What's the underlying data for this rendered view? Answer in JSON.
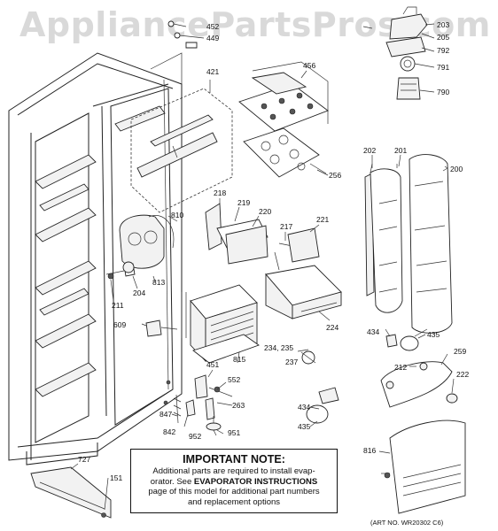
{
  "watermark": "AppliancePartsPros.com",
  "part_labels": [
    "203",
    "205",
    "792",
    "791",
    "790",
    "449",
    "452",
    "421",
    "456",
    "256",
    "202",
    "201",
    "200",
    "810",
    "813",
    "204",
    "211",
    "218",
    "219",
    "220",
    "217",
    "221",
    "224",
    "609",
    "815",
    "234, 235",
    "237",
    "434",
    "435",
    "212",
    "259",
    "222",
    "451",
    "552",
    "263",
    "847",
    "842",
    "952",
    "951",
    "434",
    "435",
    "816",
    "727",
    "151"
  ],
  "note": {
    "title": "IMPORTANT NOTE:",
    "line1": "Additional parts are required to install evap-",
    "line2_prefix": "orator.  See ",
    "line2_bold": "EVAPORATOR INSTRUCTIONS",
    "line3": "page of this model for additional part numbers",
    "line4": "and replacement options"
  },
  "art_number": "(ART NO. WR20302 C6)"
}
